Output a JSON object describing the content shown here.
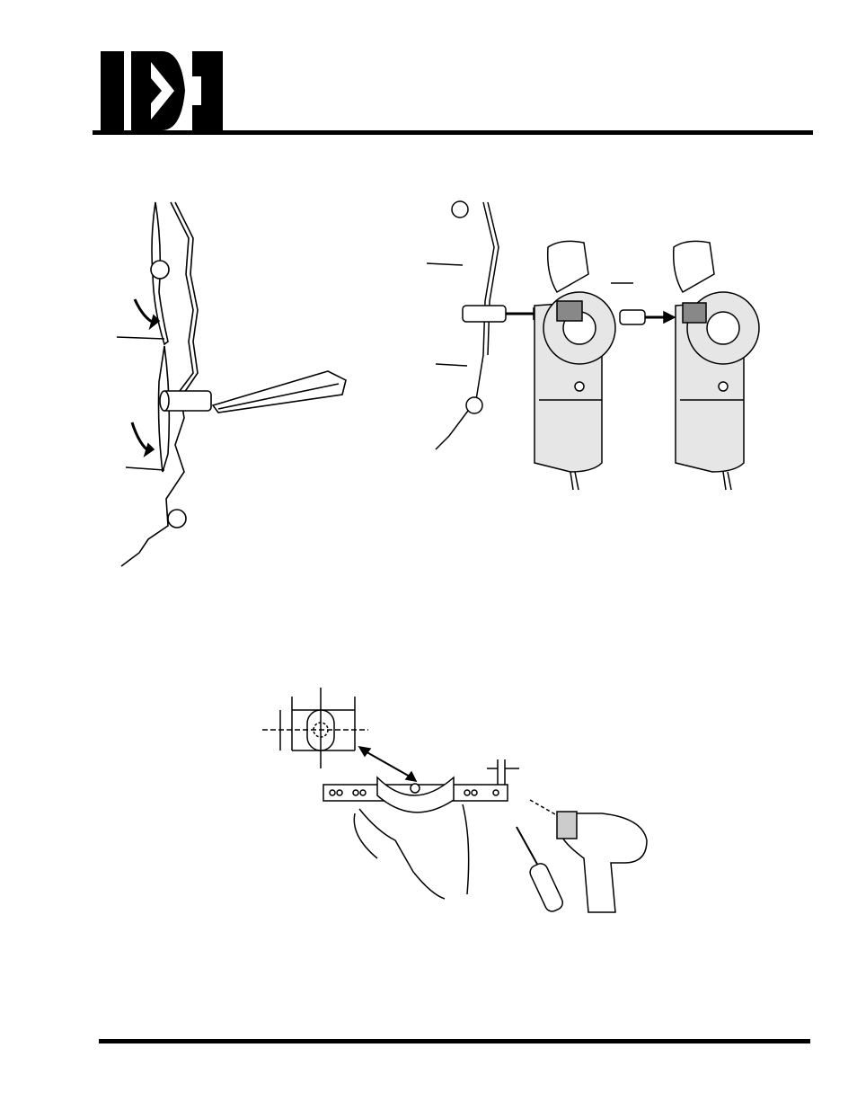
{
  "header": {
    "logo_icon": "company-logo-icon"
  },
  "figures": [
    {
      "id": "damper-blade-rotation",
      "icon": "damper-shaft-wrench-illustration"
    },
    {
      "id": "actuator-mounting-on-shaft",
      "icon": "actuator-on-shaft-illustration"
    },
    {
      "id": "bracket-drill-mounting",
      "icon": "bracket-drill-screwdriver-illustration"
    }
  ]
}
